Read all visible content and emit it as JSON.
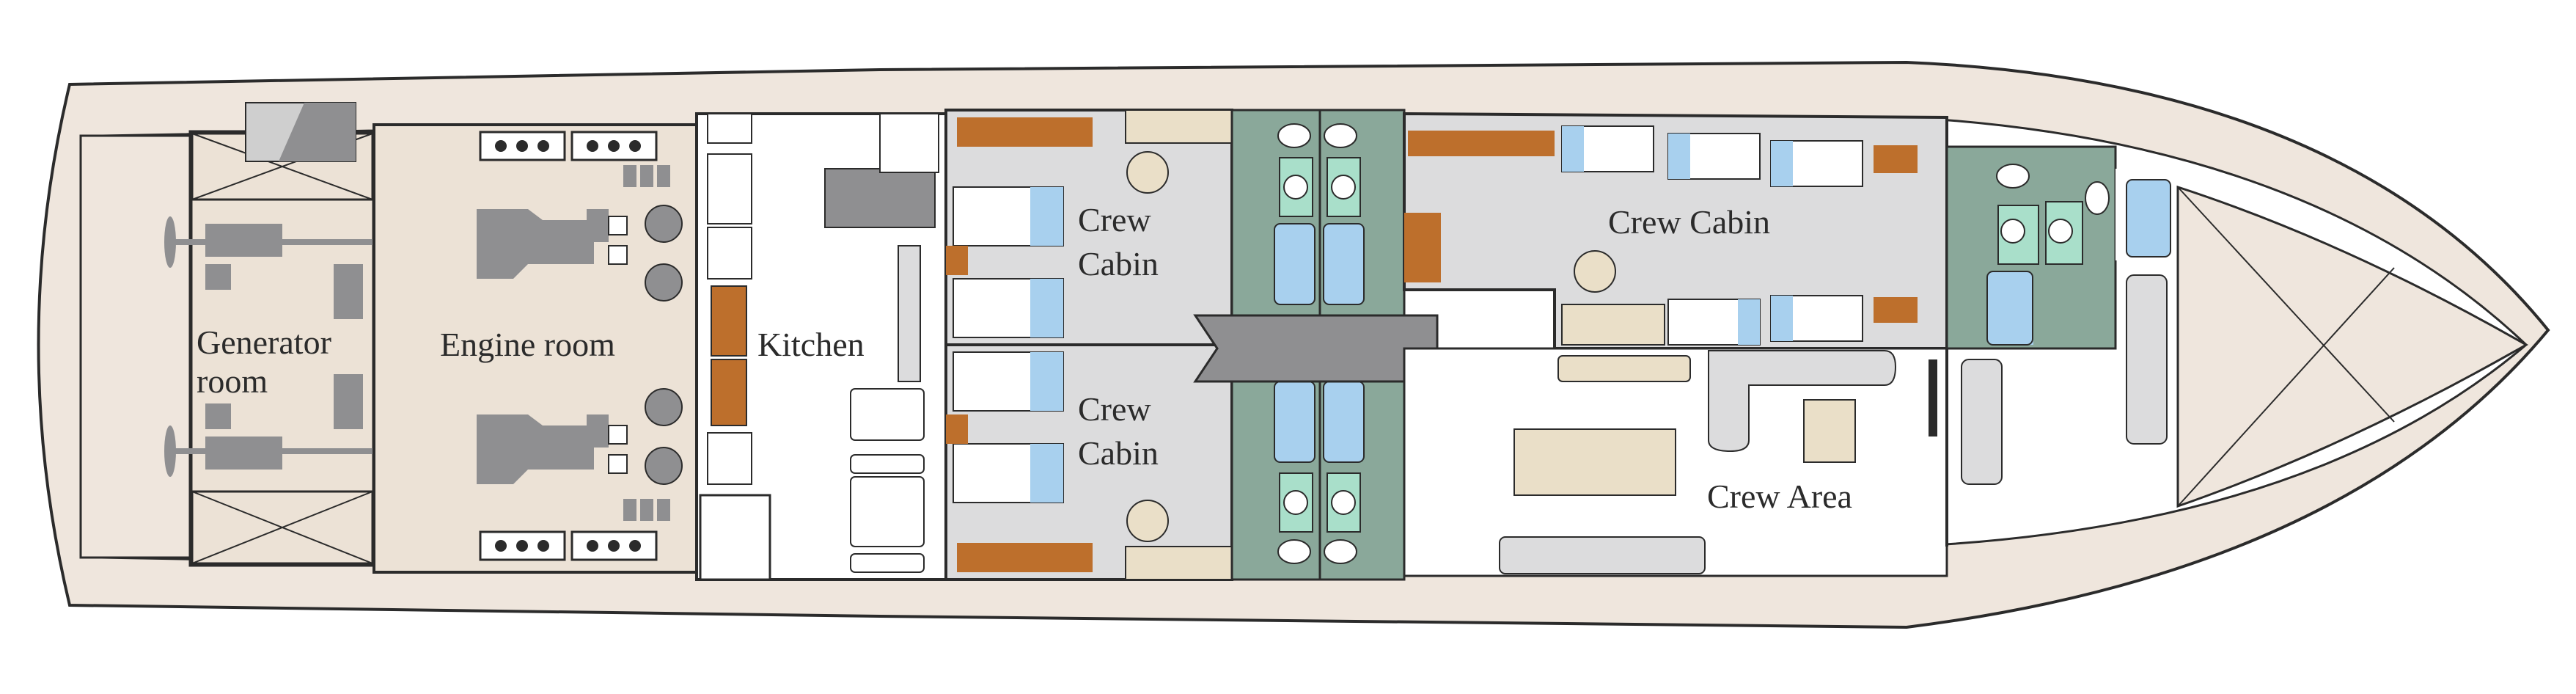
{
  "rooms": {
    "generator": {
      "line1": "Generator",
      "line2": "room"
    },
    "engine": {
      "label": "Engine room"
    },
    "kitchen": {
      "label": "Kitchen"
    },
    "crew_cabin_upper": {
      "line1": "Crew",
      "line2": "Cabin"
    },
    "crew_cabin_lower": {
      "line1": "Crew",
      "line2": "Cabin"
    },
    "crew_cabin_large": {
      "label": "Crew Cabin"
    },
    "crew_area": {
      "label": "Crew Area"
    }
  },
  "colors": {
    "hull": "#efe6dd",
    "engine_floor": "#ece2d6",
    "cabin_floor": "#dcdcdd",
    "bathroom": "#8aa89a",
    "bathroom_light": "#a9dfca",
    "water": "#a8d0ee",
    "machinery": "#8f8f91",
    "wood": "#bd6f2c",
    "sand": "#eadfc8",
    "line": "#2b2b2b"
  }
}
